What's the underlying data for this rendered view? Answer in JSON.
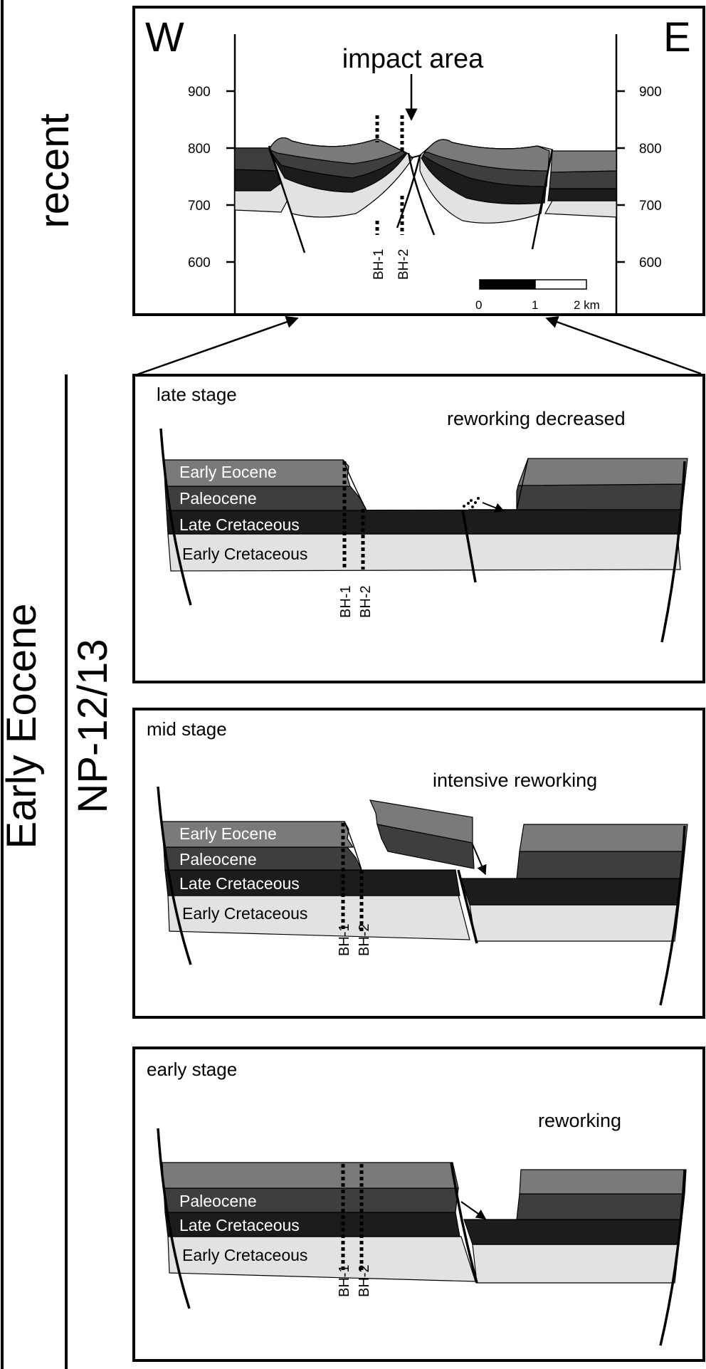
{
  "side_labels": {
    "recent": "recent",
    "early_eocene": "Early Eocene",
    "np": "NP-12/13"
  },
  "top_panel": {
    "west": "W",
    "east": "E",
    "impact_label": "impact area",
    "axis_ticks": [
      "900",
      "800",
      "700",
      "600"
    ],
    "boreholes": [
      "BH-1",
      "BH-2"
    ],
    "scale": {
      "zero": "0",
      "one": "1",
      "two": "2 km"
    }
  },
  "late_stage": {
    "title": "late stage",
    "note": "reworking decreased",
    "layers": [
      "Early Eocene",
      "Paleocene",
      "Late Cretaceous",
      "Early Cretaceous"
    ],
    "boreholes": [
      "BH-1",
      "BH-2"
    ]
  },
  "mid_stage": {
    "title": "mid stage",
    "note": "intensive reworking",
    "layers": [
      "Early Eocene",
      "Paleocene",
      "Late Cretaceous",
      "Early Cretaceous"
    ],
    "boreholes": [
      "BH-1",
      "BH-2"
    ]
  },
  "early_stage": {
    "title": "early stage",
    "note": "reworking",
    "layers": [
      "Paleocene",
      "Late Cretaceous",
      "Early Cretaceous"
    ],
    "boreholes": [
      "BH-1",
      "BH-2"
    ]
  },
  "colors": {
    "early_eocene": "#7a7a7a",
    "paleocene": "#3e3e3e",
    "late_cretaceous": "#1c1c1c",
    "early_cretaceous": "#e2e2e2"
  }
}
